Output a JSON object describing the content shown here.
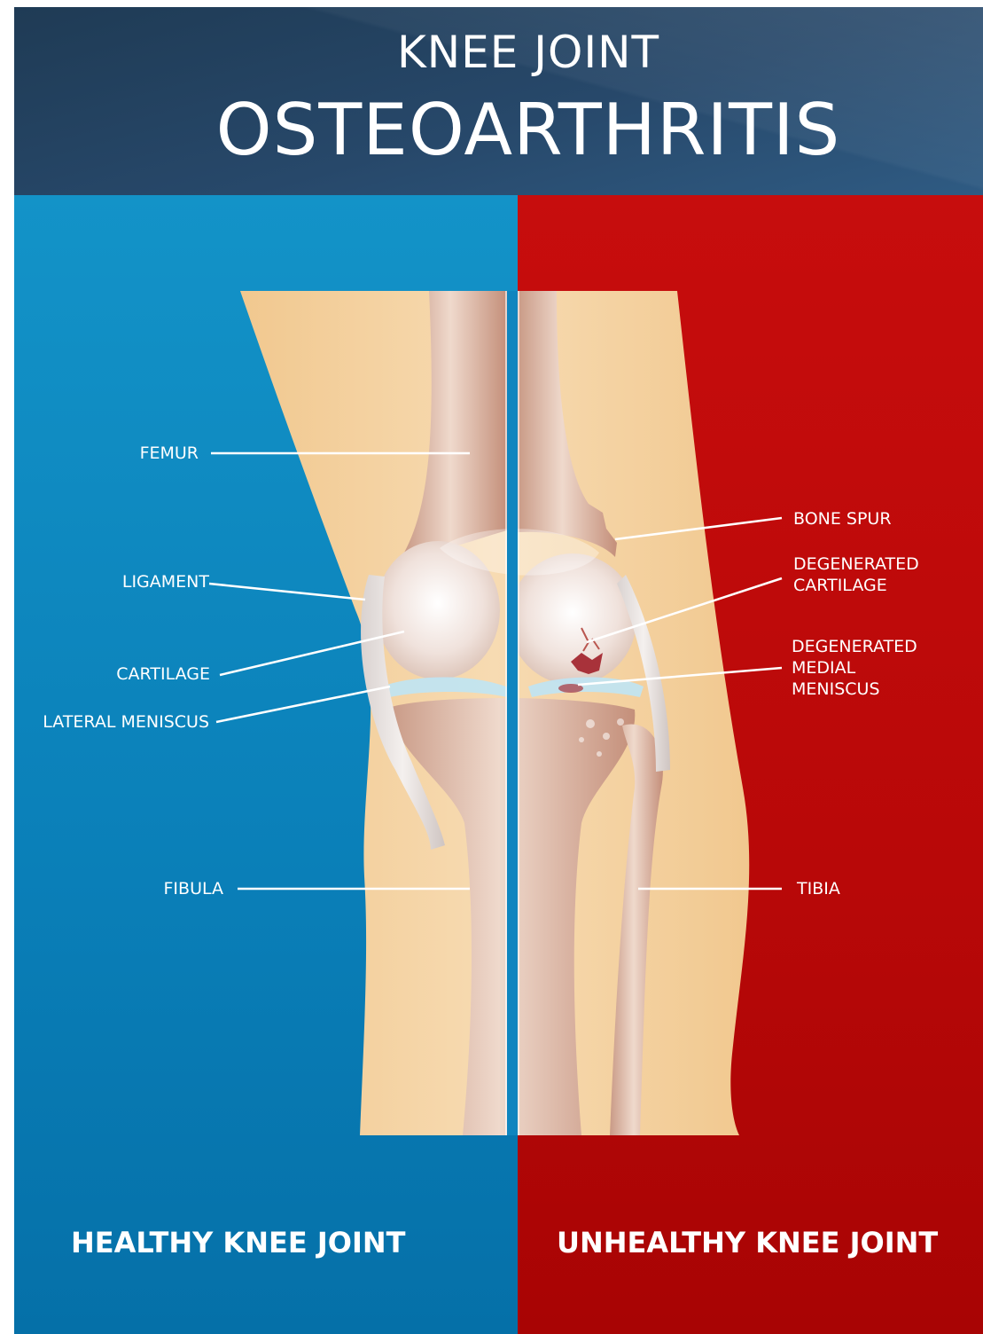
{
  "header": {
    "title_top": "KNEE JOINT",
    "title_main": "OSTEOARTHRITIS"
  },
  "labels": {
    "femur": "FEMUR",
    "ligament": "LIGAMENT",
    "cartilage": "CARTILAGE",
    "lateral_meniscus": "LATERAL MENISCUS",
    "fibula": "FIBULA",
    "bone_spur": "BONE SPUR",
    "degenerated_cartilage": [
      "DEGENERATED",
      "CARTILAGE"
    ],
    "degenerated_medial_meniscus": [
      "DEGENERATED",
      "MEDIAL",
      "MENISCUS"
    ],
    "tibia": "TIBIA"
  },
  "footer": {
    "healthy": "HEALTHY KNEE JOINT",
    "unhealthy": "UNHEALTHY  KNEE JOINT"
  },
  "colors": {
    "header": "#27486a",
    "healthy_panel": "#0a7fb8",
    "unhealthy_panel": "#b80808",
    "skin": "#f3cd9a",
    "bone": "#dcb8a4",
    "lesion": "#a8323a"
  }
}
